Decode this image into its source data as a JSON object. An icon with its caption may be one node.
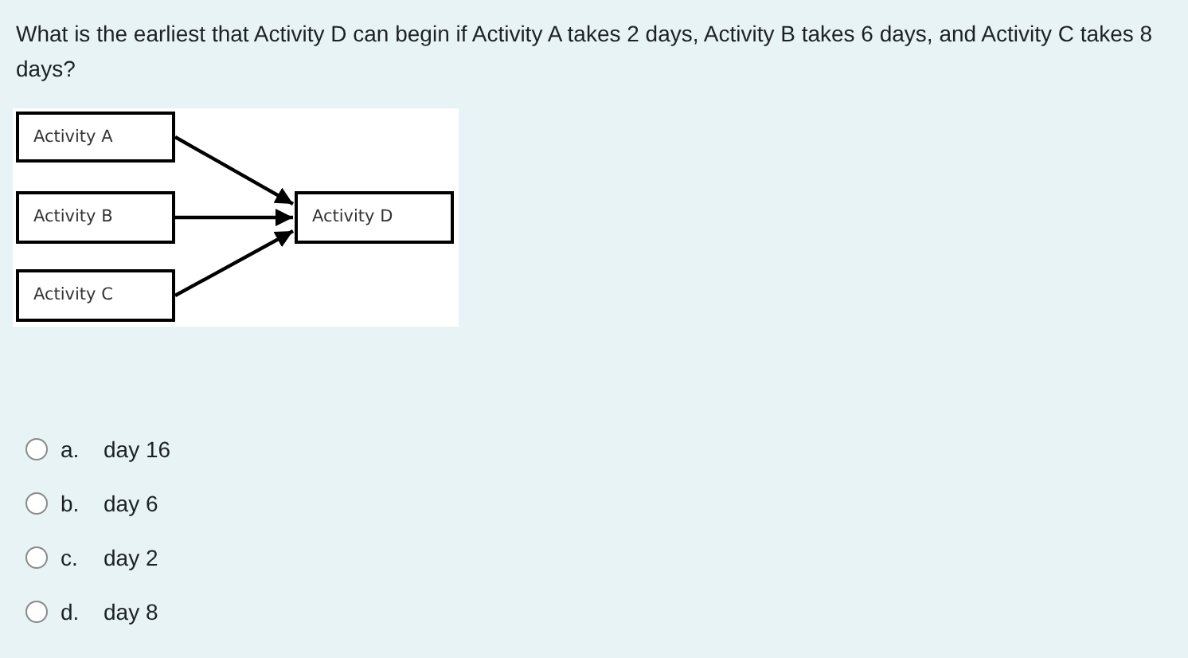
{
  "diagram": {
    "nodes": [
      {
        "text": [
          "Activity A"
        ]
      },
      {
        "text": [
          "Activity B"
        ]
      },
      {
        "text": [
          "Activity C"
        ]
      },
      {
        "text": [
          "Activity D"
        ]
      }
    ],
    "edges": [
      {
        "from": 0,
        "to": 3,
        "arrow": "to"
      },
      {
        "from": 1,
        "to": 3,
        "arrow": "to"
      },
      {
        "from": 2,
        "to": 3,
        "arrow": "to"
      }
    ],
    "labels": [
      "What is the earliest that Activity D can begin if Activity A takes 2 days, Activity B takes 6 days, and Activity C takes 8 days?",
      "a.",
      "day 16",
      "b.",
      "day 6",
      "c.",
      "day 2",
      "d.",
      "day 8"
    ]
  }
}
